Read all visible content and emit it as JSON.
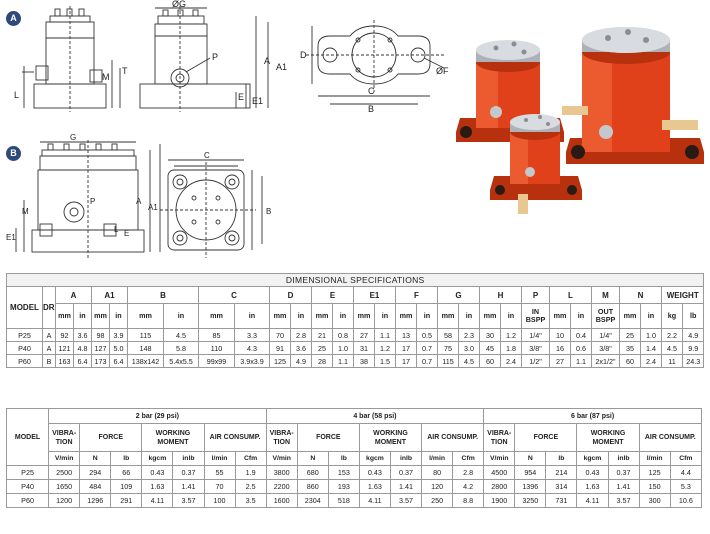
{
  "diagram": {
    "badges": [
      "A",
      "B"
    ],
    "labels_a": [
      "ØG",
      "P",
      "T",
      "M",
      "L",
      "A",
      "A1",
      "E1",
      "E",
      "D",
      "C",
      "B",
      "ØF"
    ],
    "labels_b": [
      "G",
      "P",
      "M",
      "E1",
      "L",
      "A1",
      "A",
      "E",
      "C",
      "B"
    ],
    "colors": {
      "body": "#e0401a",
      "body_dark": "#b8310f",
      "cap": "#c4c7cc",
      "line": "#333333",
      "badge": "#2e4a7a"
    }
  },
  "dim_table": {
    "title": "DIMENSIONAL SPECIFICATIONS",
    "model_label": "MODEL",
    "draw_label": "DRAW.",
    "groups": [
      "A",
      "A1",
      "B",
      "C",
      "D",
      "E",
      "E1",
      "F",
      "G",
      "H",
      "P",
      "L",
      "M",
      "N",
      "WEIGHT"
    ],
    "units": [
      "mm",
      "in",
      "mm",
      "in",
      "mm",
      "in",
      "mm",
      "in",
      "mm",
      "in",
      "mm",
      "in",
      "mm",
      "in",
      "mm",
      "in",
      "mm",
      "in",
      "mm",
      "in",
      "IN BSPP",
      "mm",
      "in",
      "OUT BSPP",
      "mm",
      "in",
      "kg",
      "lb"
    ],
    "rows": [
      {
        "model": "P25",
        "draw": "A",
        "cells": [
          "92",
          "3.6",
          "98",
          "3.9",
          "115",
          "4.5",
          "85",
          "3.3",
          "70",
          "2.8",
          "21",
          "0.8",
          "27",
          "1.1",
          "13",
          "0.5",
          "58",
          "2.3",
          "30",
          "1.2",
          "1/4\"",
          "10",
          "0.4",
          "1/4\"",
          "25",
          "1.0",
          "2.2",
          "4.9"
        ]
      },
      {
        "model": "P40",
        "draw": "A",
        "cells": [
          "121",
          "4.8",
          "127",
          "5.0",
          "148",
          "5.8",
          "110",
          "4.3",
          "91",
          "3.6",
          "25",
          "1.0",
          "31",
          "1.2",
          "17",
          "0.7",
          "75",
          "3.0",
          "45",
          "1.8",
          "3/8\"",
          "16",
          "0.6",
          "3/8\"",
          "35",
          "1.4",
          "4.5",
          "9.9"
        ]
      },
      {
        "model": "P60",
        "draw": "B",
        "cells": [
          "163",
          "6.4",
          "173",
          "6.4",
          "138x142",
          "5.4x5.5",
          "99x99",
          "3.9x3.9",
          "125",
          "4.9",
          "28",
          "1.1",
          "38",
          "1.5",
          "17",
          "0.7",
          "115",
          "4.5",
          "60",
          "2.4",
          "1/2\"",
          "27",
          "1.1",
          "2x1/2\"",
          "60",
          "2.4",
          "11",
          "24.3"
        ]
      }
    ]
  },
  "air_table": {
    "model_label": "MODEL",
    "pressures": [
      "2 bar (29 psi)",
      "4 bar (58 psi)",
      "6 bar (87 psi)"
    ],
    "groups": [
      "VIBRA-\nTION",
      "FORCE",
      "WORKING\nMOMENT",
      "AIR CONSUMP."
    ],
    "units": [
      "V/min",
      "N",
      "lb",
      "kgcm",
      "inlb",
      "l/min",
      "Cfm"
    ],
    "rows": [
      {
        "model": "P25",
        "cells": [
          "2500",
          "294",
          "66",
          "0.43",
          "0.37",
          "55",
          "1.9",
          "3800",
          "680",
          "153",
          "0.43",
          "0.37",
          "80",
          "2.8",
          "4500",
          "954",
          "214",
          "0.43",
          "0.37",
          "125",
          "4.4"
        ]
      },
      {
        "model": "P40",
        "cells": [
          "1650",
          "484",
          "109",
          "1.63",
          "1.41",
          "70",
          "2.5",
          "2200",
          "860",
          "193",
          "1.63",
          "1.41",
          "120",
          "4.2",
          "2800",
          "1396",
          "314",
          "1.63",
          "1.41",
          "150",
          "5.3"
        ]
      },
      {
        "model": "P60",
        "cells": [
          "1200",
          "1296",
          "291",
          "4.11",
          "3.57",
          "100",
          "3.5",
          "1600",
          "2304",
          "518",
          "4.11",
          "3.57",
          "250",
          "8.8",
          "1900",
          "3250",
          "731",
          "4.11",
          "3.57",
          "300",
          "10.6"
        ]
      }
    ]
  }
}
